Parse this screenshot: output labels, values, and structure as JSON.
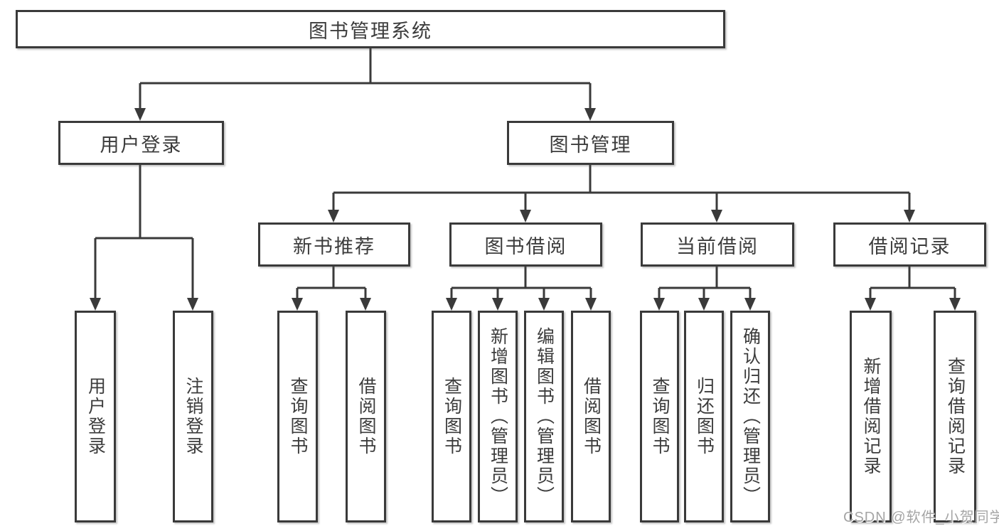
{
  "nodes": {
    "root": "图书管理系统",
    "user_login": "用户登录",
    "book_mgmt": "图书管理",
    "new_book_rec": "新书推荐",
    "book_borrow": "图书借阅",
    "current_borrow": "当前借阅",
    "borrow_records": "借阅记录"
  },
  "leaves": {
    "user_login": [
      "用户登录",
      "注销登录"
    ],
    "new_book_rec": [
      "查询图书",
      "借阅图书"
    ],
    "book_borrow": [
      "查询图书",
      "新增图书（管理员）",
      "编辑图书（管理员）",
      "借阅图书"
    ],
    "current_borrow": [
      "查询图书",
      "归还图书",
      "确认归还（管理员）"
    ],
    "borrow_records": [
      "新增借阅记录",
      "查询借阅记录"
    ]
  },
  "watermark": "CSDN @软件_小贺同学",
  "colors": {
    "line": "#3a3a3a",
    "text": "#3c3c3c",
    "watermark": "#a5a5a5",
    "background": "#ffffff"
  }
}
